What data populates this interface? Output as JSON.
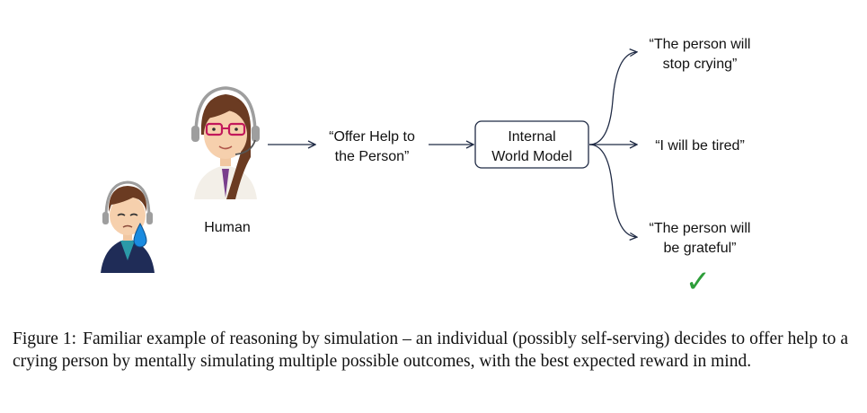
{
  "diagram": {
    "human_label": "Human",
    "action_line1": "“Offer Help to",
    "action_line2": "the Person”",
    "model_line1": "Internal",
    "model_line2": "World Model",
    "outcomes": [
      {
        "line1": "“The person will",
        "line2": "stop crying”"
      },
      {
        "line1": "“I will be tired”",
        "line2": ""
      },
      {
        "line1": "“The person will",
        "line2": "be grateful”"
      }
    ],
    "checkmark": "✓",
    "colors": {
      "check": "#2e9e3a",
      "arrow": "#1f2a44",
      "tear": "#1a8be0",
      "hair": "#6b3b22",
      "glasses": "#c2185b",
      "headset": "#9e9e9e",
      "jacket": "#1f2c57"
    },
    "icons": [
      "crying-person-icon",
      "human-headset-icon",
      "tear-drop-icon",
      "checkmark-icon"
    ]
  },
  "caption": {
    "label": "Figure 1:",
    "text": "Familiar example of reasoning by simulation – an individual (possibly self-serving) decides to offer help to a crying person by mentally simulating multiple possible outcomes, with the best expected reward in mind."
  }
}
